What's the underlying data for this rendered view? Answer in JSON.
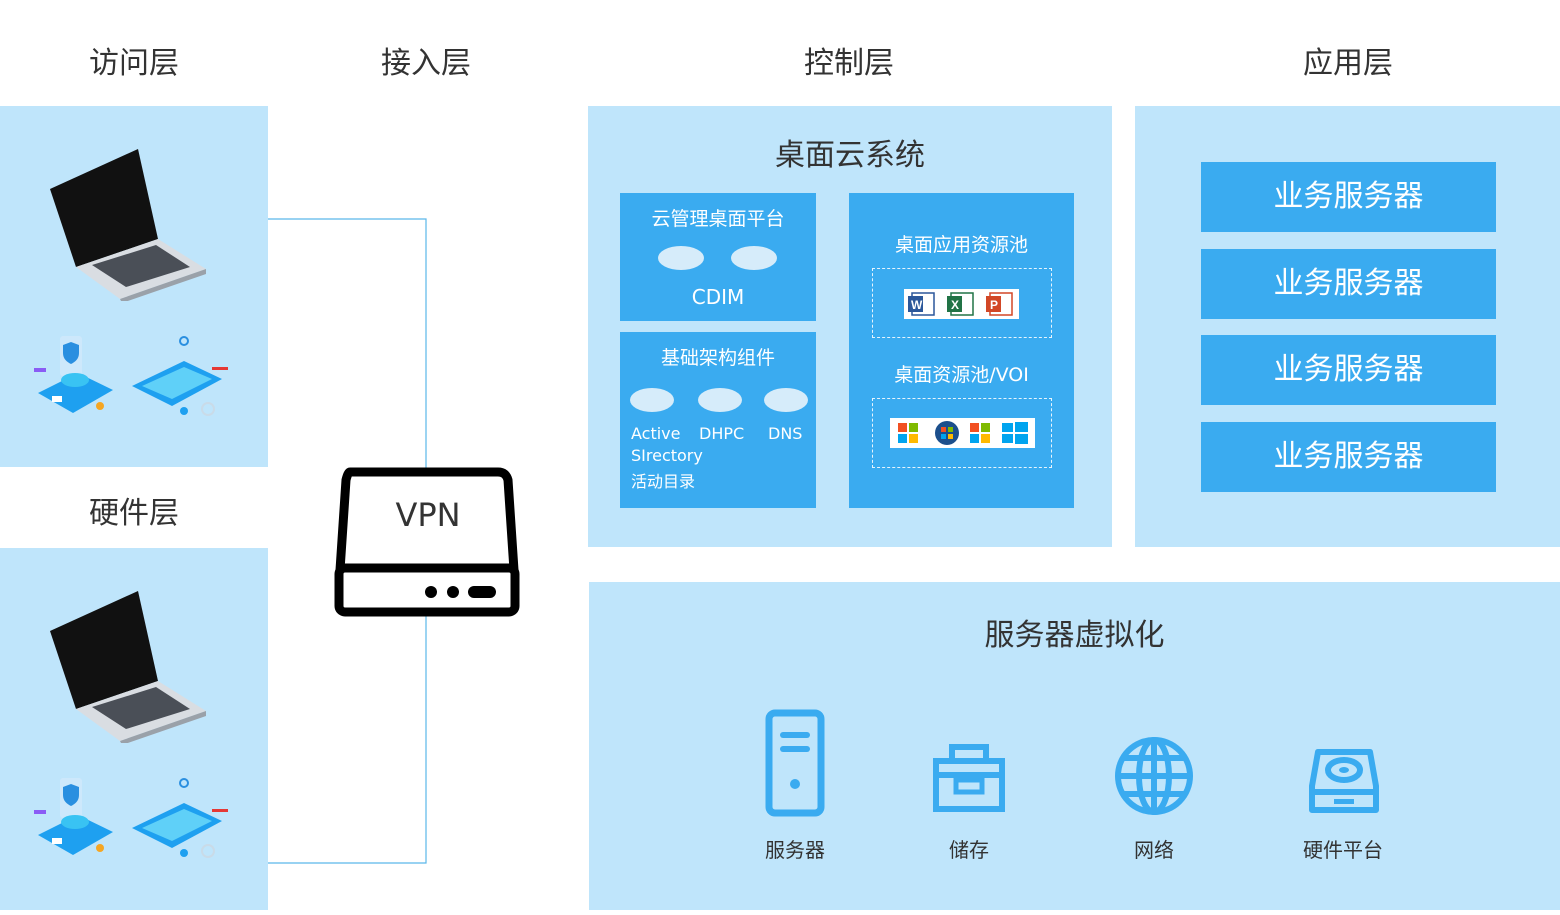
{
  "layers": {
    "access": "访问层",
    "ingress": "接入层",
    "control": "控制层",
    "application": "应用层",
    "hardware": "硬件层"
  },
  "vpn": {
    "label": "VPN"
  },
  "cloud_desktop": {
    "title": "桌面云系统",
    "mgmt": {
      "title": "云管理桌面平台",
      "name": "CDIM"
    },
    "infra": {
      "title": "基础架构组件",
      "items": [
        "Active",
        "DHPC",
        "DNS"
      ],
      "line2": "SIrectory",
      "line3": "活动目录"
    },
    "app_pool": {
      "title": "桌面应用资源池",
      "icons": [
        "word-icon",
        "excel-icon",
        "powerpoint-icon"
      ]
    },
    "desk_pool": {
      "title": "桌面资源池/VOI",
      "icons": [
        "windows-xp-icon",
        "windows-7-icon",
        "windows-vista-icon",
        "windows-10-icon"
      ]
    }
  },
  "application_servers": [
    "业务服务器",
    "业务服务器",
    "业务服务器",
    "业务服务器"
  ],
  "virtualization": {
    "title": "服务器虚拟化",
    "items": [
      {
        "label": "服务器",
        "icon": "server-icon"
      },
      {
        "label": "储存",
        "icon": "storage-icon"
      },
      {
        "label": "网络",
        "icon": "globe-icon"
      },
      {
        "label": "硬件平台",
        "icon": "hard-drive-icon"
      }
    ]
  },
  "colors": {
    "panel": "#bfe5fb",
    "box": "#3aabf0",
    "line": "#5bb8ea",
    "icon": "#3aabf0"
  }
}
